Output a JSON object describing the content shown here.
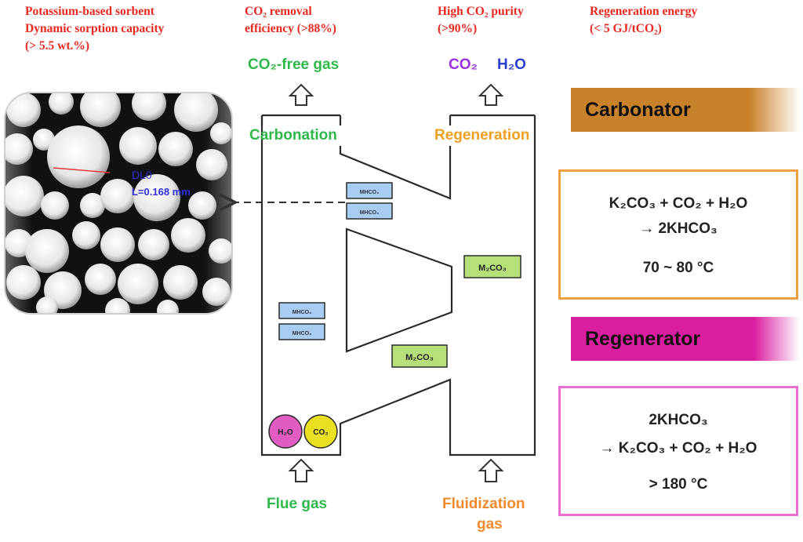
{
  "headers": {
    "sorbent": [
      "Potassium-based sorbent",
      "Dynamic sorption capacity",
      "(> 5.5 wt.%)"
    ],
    "removal": [
      "CO₂ removal",
      "efficiency (>88%)"
    ],
    "purity": [
      "High CO₂ purity",
      "(>90%)"
    ],
    "energy": [
      "Regeneration energy",
      "(< 5 GJ/tCO₂)"
    ]
  },
  "flows": {
    "co2_free_gas": "CO₂-free gas",
    "co2": "CO₂",
    "h2o": "H₂O",
    "carbonation": "Carbonation",
    "regeneration": "Regeneration",
    "flue_gas": "Flue gas",
    "fluidization_gas": [
      "Fluidization",
      "gas"
    ]
  },
  "particles": {
    "mhco3": "MHCO₃",
    "m2co3": "M₂CO₃",
    "h2o_bubble": "H₂O",
    "co2_bubble": "CO₂"
  },
  "micrograph": {
    "measure_label": "DL0",
    "measure_value": "L=0.168 mm"
  },
  "carbonator": {
    "title": "Carbonator",
    "reaction_line1": "K₂CO₃ + CO₂ + H₂O",
    "reaction_line2": "→ 2KHCO₃",
    "temperature": "70 ~ 80 °C",
    "color": "#c8822a"
  },
  "regenerator": {
    "title": "Regenerator",
    "reaction_line1": "2KHCO₃",
    "reaction_line2": "→ K₂CO₃ + CO₂ + H₂O",
    "temperature": "> 180 °C",
    "color": "#d91ea0"
  },
  "colors": {
    "header_red": "#e8281f",
    "green": "#2fb84a",
    "orange": "#f0a020",
    "chip_blue": "#a9cdf0",
    "chip_green": "#b7e07a",
    "bubble_pink": "#e05cc0",
    "bubble_yellow": "#e8e020"
  }
}
